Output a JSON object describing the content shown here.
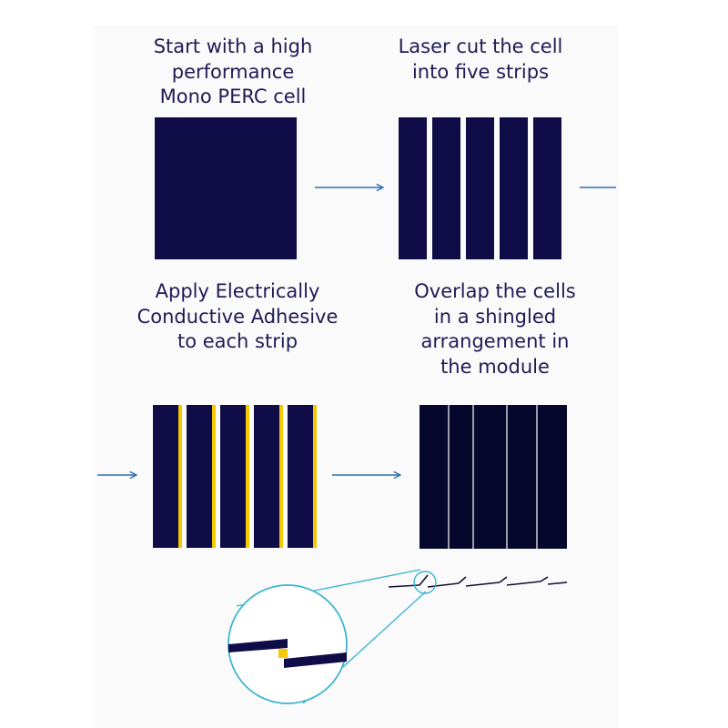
{
  "steps": [
    {
      "lines": [
        "Start with a high",
        "performance",
        "Mono PERC cell"
      ]
    },
    {
      "lines": [
        "Laser cut the cell",
        "into five strips"
      ]
    },
    {
      "lines": [
        "Apply Electrically",
        "Conductive Adhesive",
        "to each strip"
      ]
    },
    {
      "lines": [
        "Overlap the cells",
        "in a shingled",
        "arrangement in",
        "the module"
      ]
    }
  ],
  "colors": {
    "cell": "#0f0c47",
    "module": "#06072c",
    "adhesive": "#f5c800",
    "arrow": "#2e6eb0",
    "magnifier": "#3cb5d0",
    "text": "#1f1b55",
    "panel": "#fafafa"
  }
}
